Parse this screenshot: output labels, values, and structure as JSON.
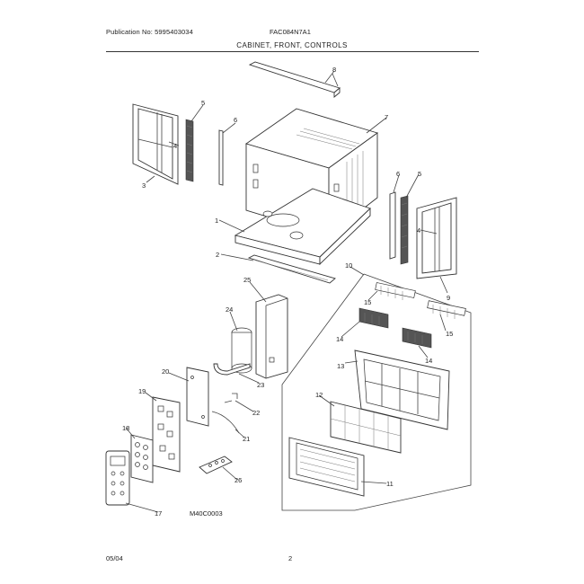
{
  "header": {
    "publication": "Publication No: 5995403034",
    "model": "FAC084N7A1",
    "section_title": "CABINET, FRONT, CONTROLS"
  },
  "footer": {
    "date": "05/04",
    "page": "2"
  },
  "diagram": {
    "drawing_code": "M40C0003",
    "callouts": [
      "8",
      "5",
      "4",
      "6",
      "7",
      "3",
      "6",
      "5",
      "1",
      "4",
      "2",
      "9",
      "10",
      "15",
      "25",
      "15",
      "24",
      "14",
      "14",
      "13",
      "20",
      "23",
      "12",
      "19",
      "22",
      "21",
      "18",
      "26",
      "11",
      "17"
    ]
  }
}
